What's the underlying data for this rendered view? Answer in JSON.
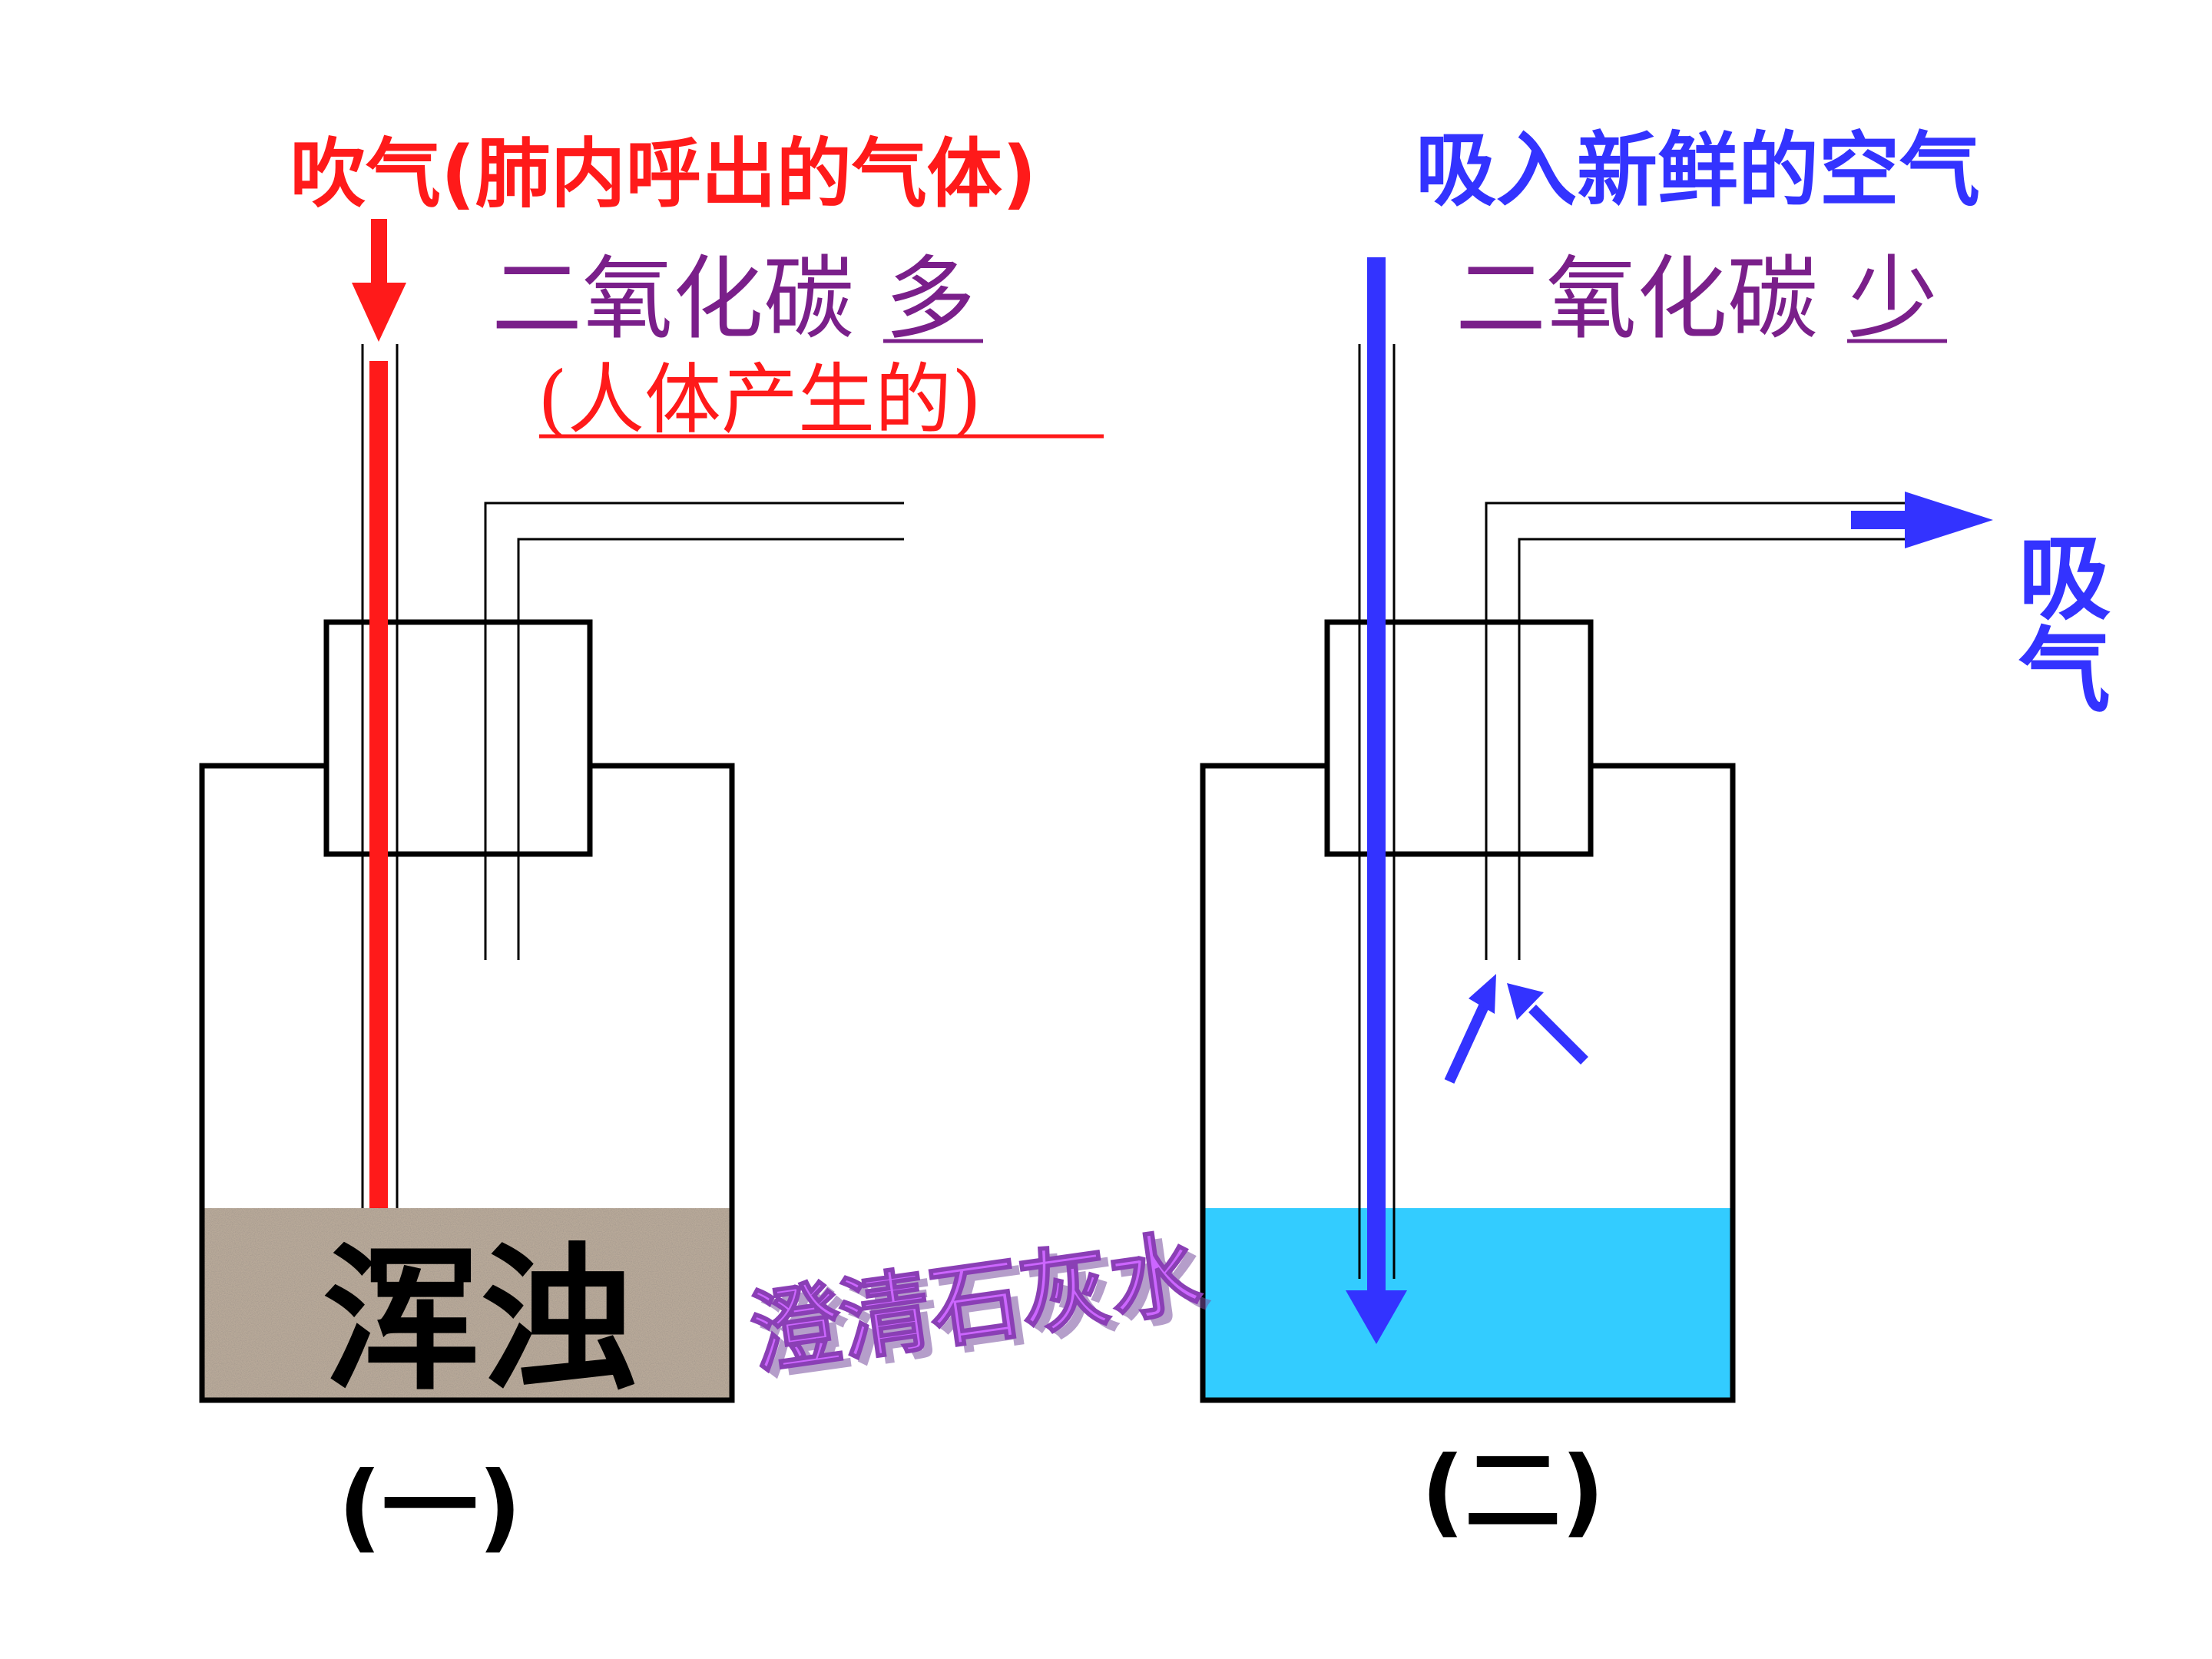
{
  "left": {
    "title": "吹气(肺内呼出的气体)",
    "co2_prefix": "二氧化碳",
    "co2_level": "多",
    "source_note": "(人体产生的)",
    "result": "浑浊",
    "caption": "(一)"
  },
  "right": {
    "title": "吸入新鲜的空气",
    "co2_prefix": "二氧化碳",
    "co2_level": "少",
    "exhale_label_top": "吸",
    "exhale_label_bottom": "气",
    "caption": "(二)"
  },
  "liquid_label": "澄清石灰水",
  "colors": {
    "exhale_red": "#ff1a1a",
    "inhale_blue": "#3333ff",
    "co2_purple": "#7a1f8a",
    "limewater": "#33ccff",
    "turbid": "#b9aa9a",
    "label_magenta": "#cc66ff"
  }
}
